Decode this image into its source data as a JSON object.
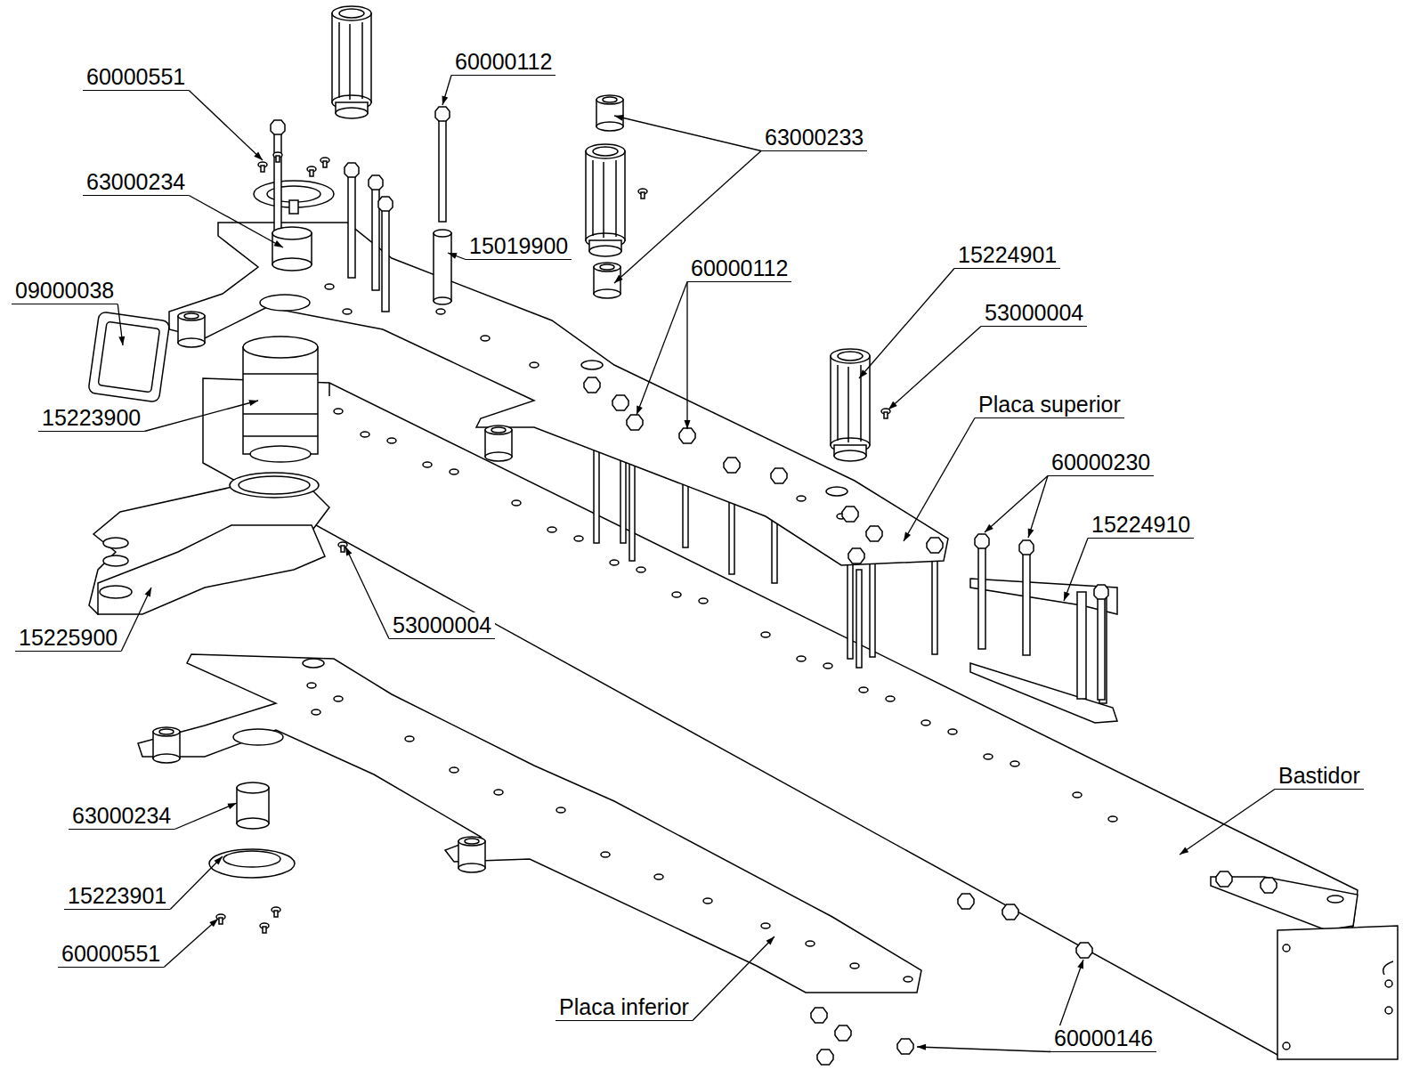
{
  "diagram": {
    "labels": [
      "60000551",
      "60000112",
      "63000233",
      "63000234",
      "15019900",
      "09000038",
      "60000112",
      "15224901",
      "53000004",
      "15223900",
      "Placa superior",
      "60000230",
      "15224910",
      "15225900",
      "53000004",
      "Bastidor",
      "63000234",
      "15223901",
      "60000551",
      "Placa inferior",
      "60000146"
    ]
  }
}
